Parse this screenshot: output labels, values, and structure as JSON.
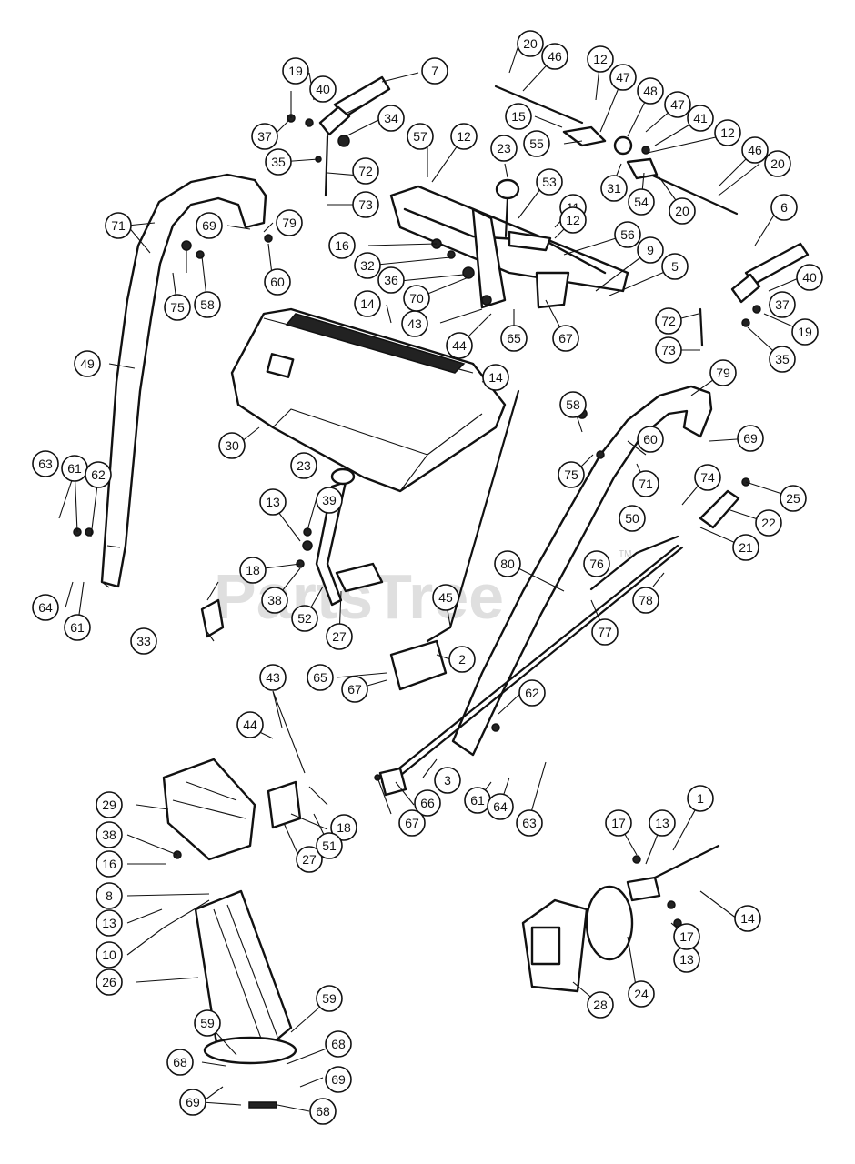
{
  "watermark": {
    "text": "PartsTree",
    "trademark": "TM"
  },
  "callout_labels": [
    "1",
    "2",
    "3",
    "5",
    "6",
    "7",
    "8",
    "9",
    "10",
    "11",
    "12",
    "13",
    "14",
    "15",
    "16",
    "17",
    "18",
    "19",
    "20",
    "21",
    "22",
    "23",
    "24",
    "25",
    "26",
    "27",
    "28",
    "29",
    "30",
    "31",
    "32",
    "33",
    "34",
    "35",
    "36",
    "37",
    "38",
    "39",
    "40",
    "41",
    "43",
    "44",
    "45",
    "46",
    "47",
    "48",
    "49",
    "50",
    "51",
    "52",
    "53",
    "54",
    "55",
    "56",
    "57",
    "58",
    "59",
    "60",
    "61",
    "62",
    "63",
    "64",
    "65",
    "66",
    "67",
    "68",
    "69",
    "70",
    "71",
    "72",
    "73",
    "74",
    "75",
    "76",
    "77",
    "78",
    "79",
    "80"
  ],
  "colors": {
    "line": "#111111",
    "background": "#ffffff",
    "watermark": "#d2d2d2"
  }
}
